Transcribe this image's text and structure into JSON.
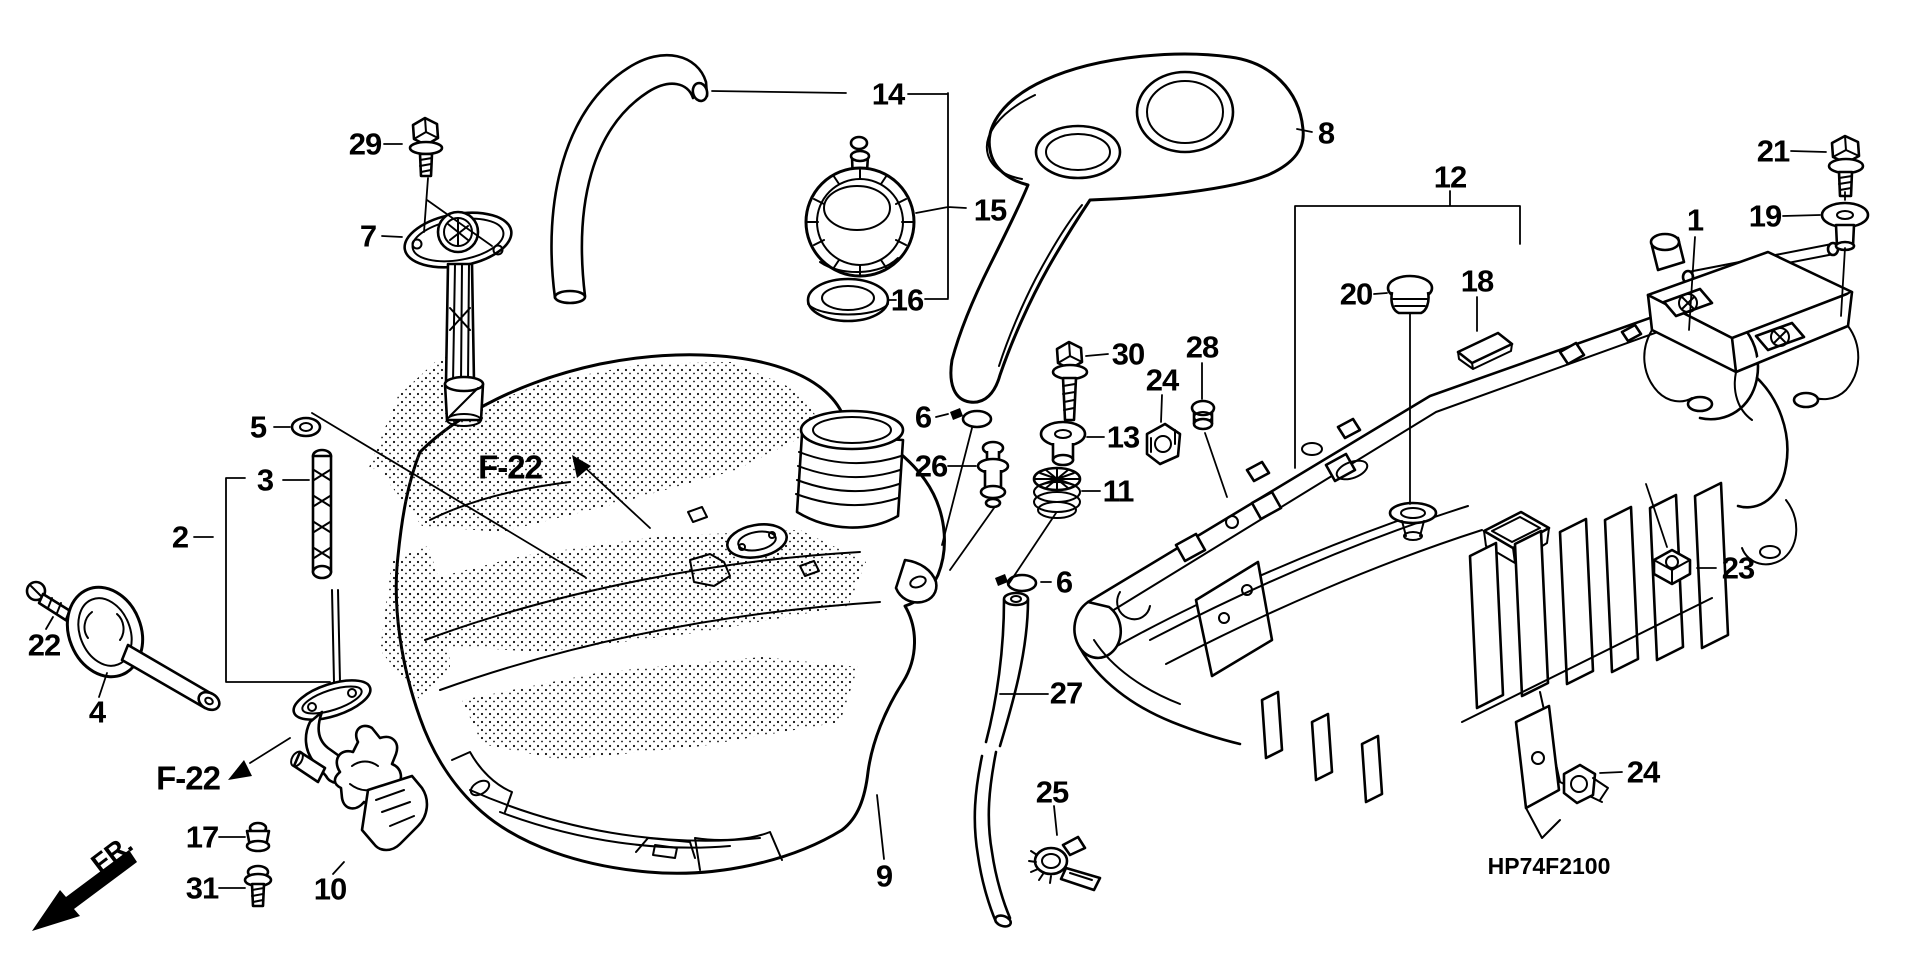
{
  "diagram": {
    "diagram_code": "HP74F2100",
    "figure_ref": "F-22",
    "direction_label": "FR.",
    "line_color": "#000000",
    "background": "#ffffff",
    "callouts": {
      "n1": "1",
      "n2": "2",
      "n3": "3",
      "n4": "4",
      "n5": "5",
      "n6": "6",
      "n7": "7",
      "n8": "8",
      "n9": "9",
      "n10": "10",
      "n11": "11",
      "n12": "12",
      "n13": "13",
      "n14": "14",
      "n15": "15",
      "n16": "16",
      "n17": "17",
      "n18": "18",
      "n19": "19",
      "n20": "20",
      "n21": "21",
      "n22": "22",
      "n23": "23",
      "n24": "24",
      "n25": "25",
      "n26": "26",
      "n27": "27",
      "n28": "28",
      "n29": "29",
      "n30": "30",
      "n31": "31"
    }
  }
}
